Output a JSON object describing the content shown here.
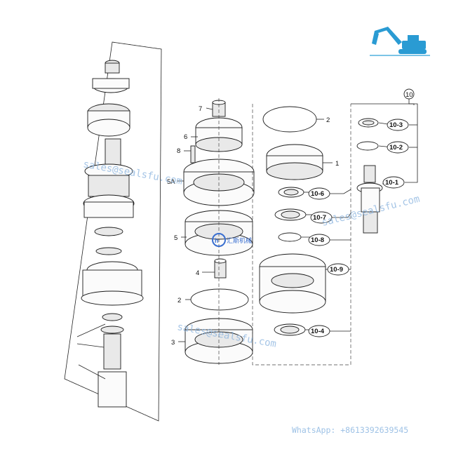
{
  "callouts": {
    "c7": "7",
    "c6": "6",
    "c8": "8",
    "c5a": "5A",
    "c5": "5",
    "c4": "4",
    "c2a": "2",
    "c3": "3",
    "c2b": "2",
    "c1": "1",
    "c10": "10",
    "c10_3": "10-3",
    "c10_2": "10-2",
    "c10_1": "10-1",
    "c10_6": "10-6",
    "c10_7": "10-7",
    "c10_8": "10-8",
    "c10_9": "10-9",
    "c10_4": "10-4"
  },
  "watermarks": {
    "sales1": "sales@sealsfu.com",
    "sales2": "sales@sealsfu.com",
    "sales3": "sales@sealsfu.com",
    "whatsapp": "WhatsApp: +8613392639545"
  },
  "logo": {
    "chinese": "汇斯机械",
    "colors": {
      "excavator": "#2a9bd3",
      "watermark": "#8fb7e0",
      "logo_ring": "#3a6fd0"
    }
  },
  "icons": [
    "excavator-logo-icon",
    "company-seal-icon"
  ]
}
